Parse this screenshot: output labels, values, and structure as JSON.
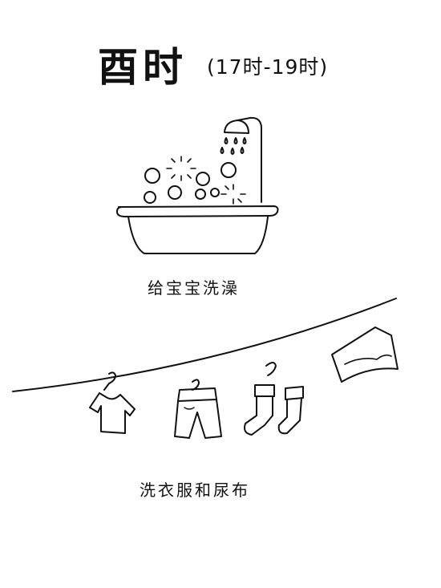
{
  "title": {
    "main": "酉时",
    "time_range": "(17时-19时)"
  },
  "scenes": {
    "bath": {
      "caption": "给宝宝洗澡"
    },
    "laundry": {
      "caption": "洗衣服和尿布"
    }
  },
  "colors": {
    "ink": "#111111",
    "background": "#ffffff"
  }
}
